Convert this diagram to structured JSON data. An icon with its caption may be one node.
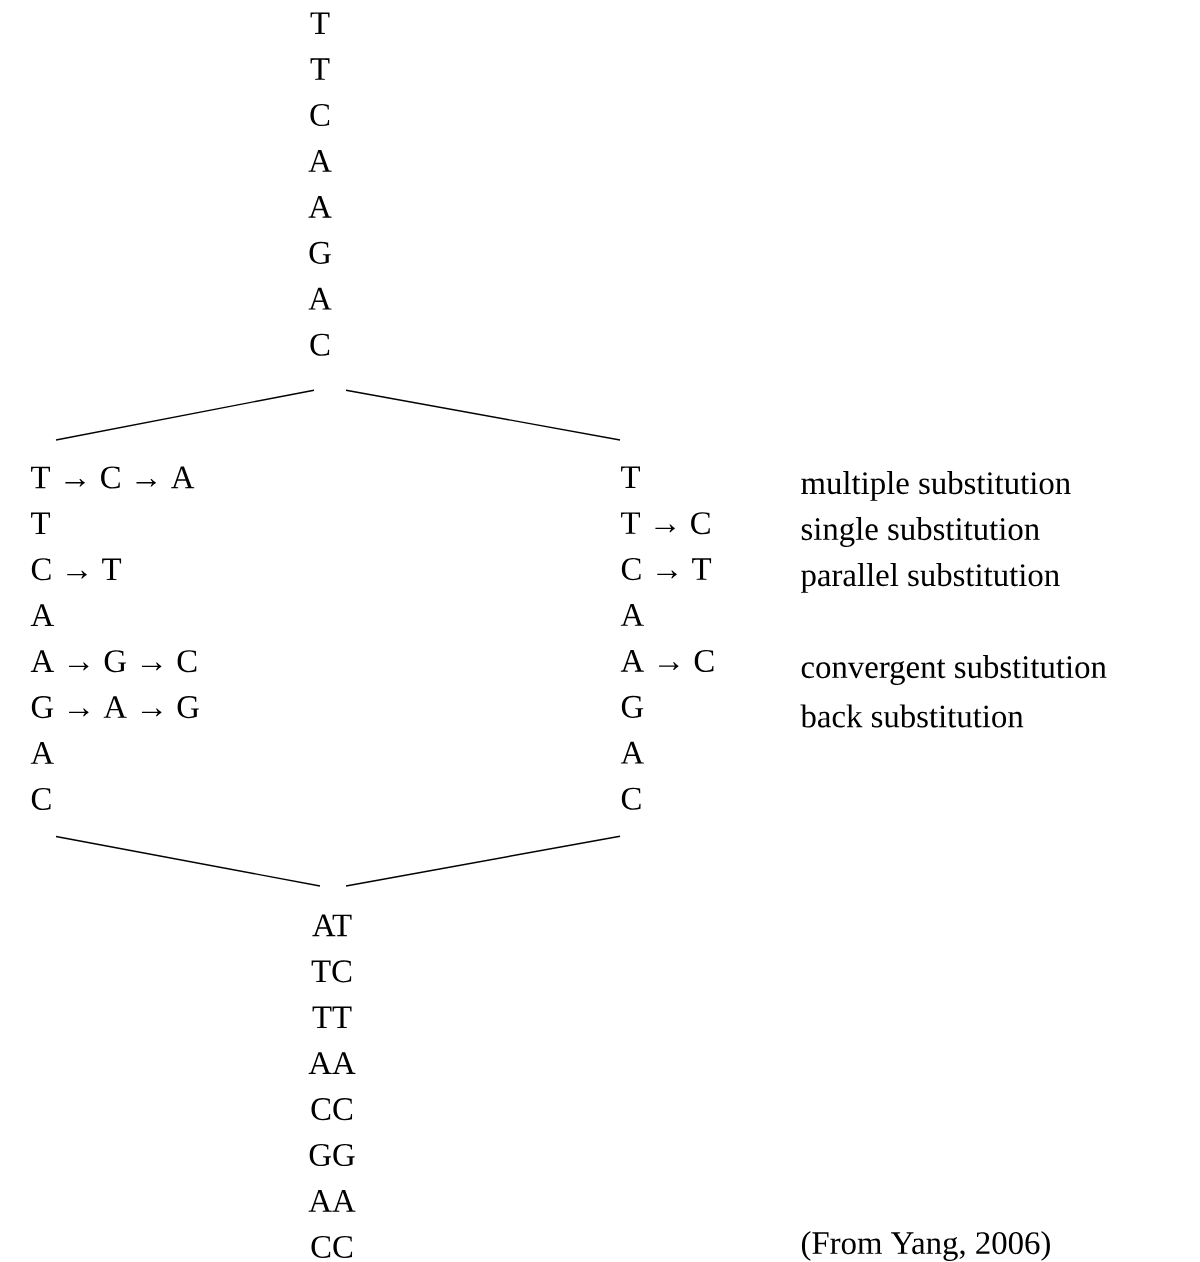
{
  "diagram": {
    "caption": "(From Yang, 2006)",
    "nodes": [
      {
        "text": [
          "T",
          "T",
          "C",
          "A",
          "A",
          "G",
          "A",
          "C"
        ]
      },
      {
        "text": [
          "T → C → A",
          "T",
          "C → T",
          "A",
          "A → G → C",
          "G → A → G",
          "A",
          "C"
        ]
      },
      {
        "text": [
          "T",
          "T → C",
          "C → T",
          "A",
          "A → C",
          "G",
          "A",
          "C"
        ]
      },
      {
        "text": [
          "AT",
          "TC",
          "TT",
          "AA",
          "CC",
          "GG",
          "AA",
          "CC"
        ]
      }
    ],
    "edges": [
      {
        "from": 0,
        "to": 1,
        "arrow": "none"
      },
      {
        "from": 0,
        "to": 2,
        "arrow": "none"
      },
      {
        "from": 1,
        "to": 3,
        "arrow": "none"
      },
      {
        "from": 2,
        "to": 3,
        "arrow": "none"
      }
    ],
    "labels": [
      "multiple substitution",
      "single substitution",
      "parallel substitution",
      "convergent substitution",
      "back substitution"
    ]
  }
}
